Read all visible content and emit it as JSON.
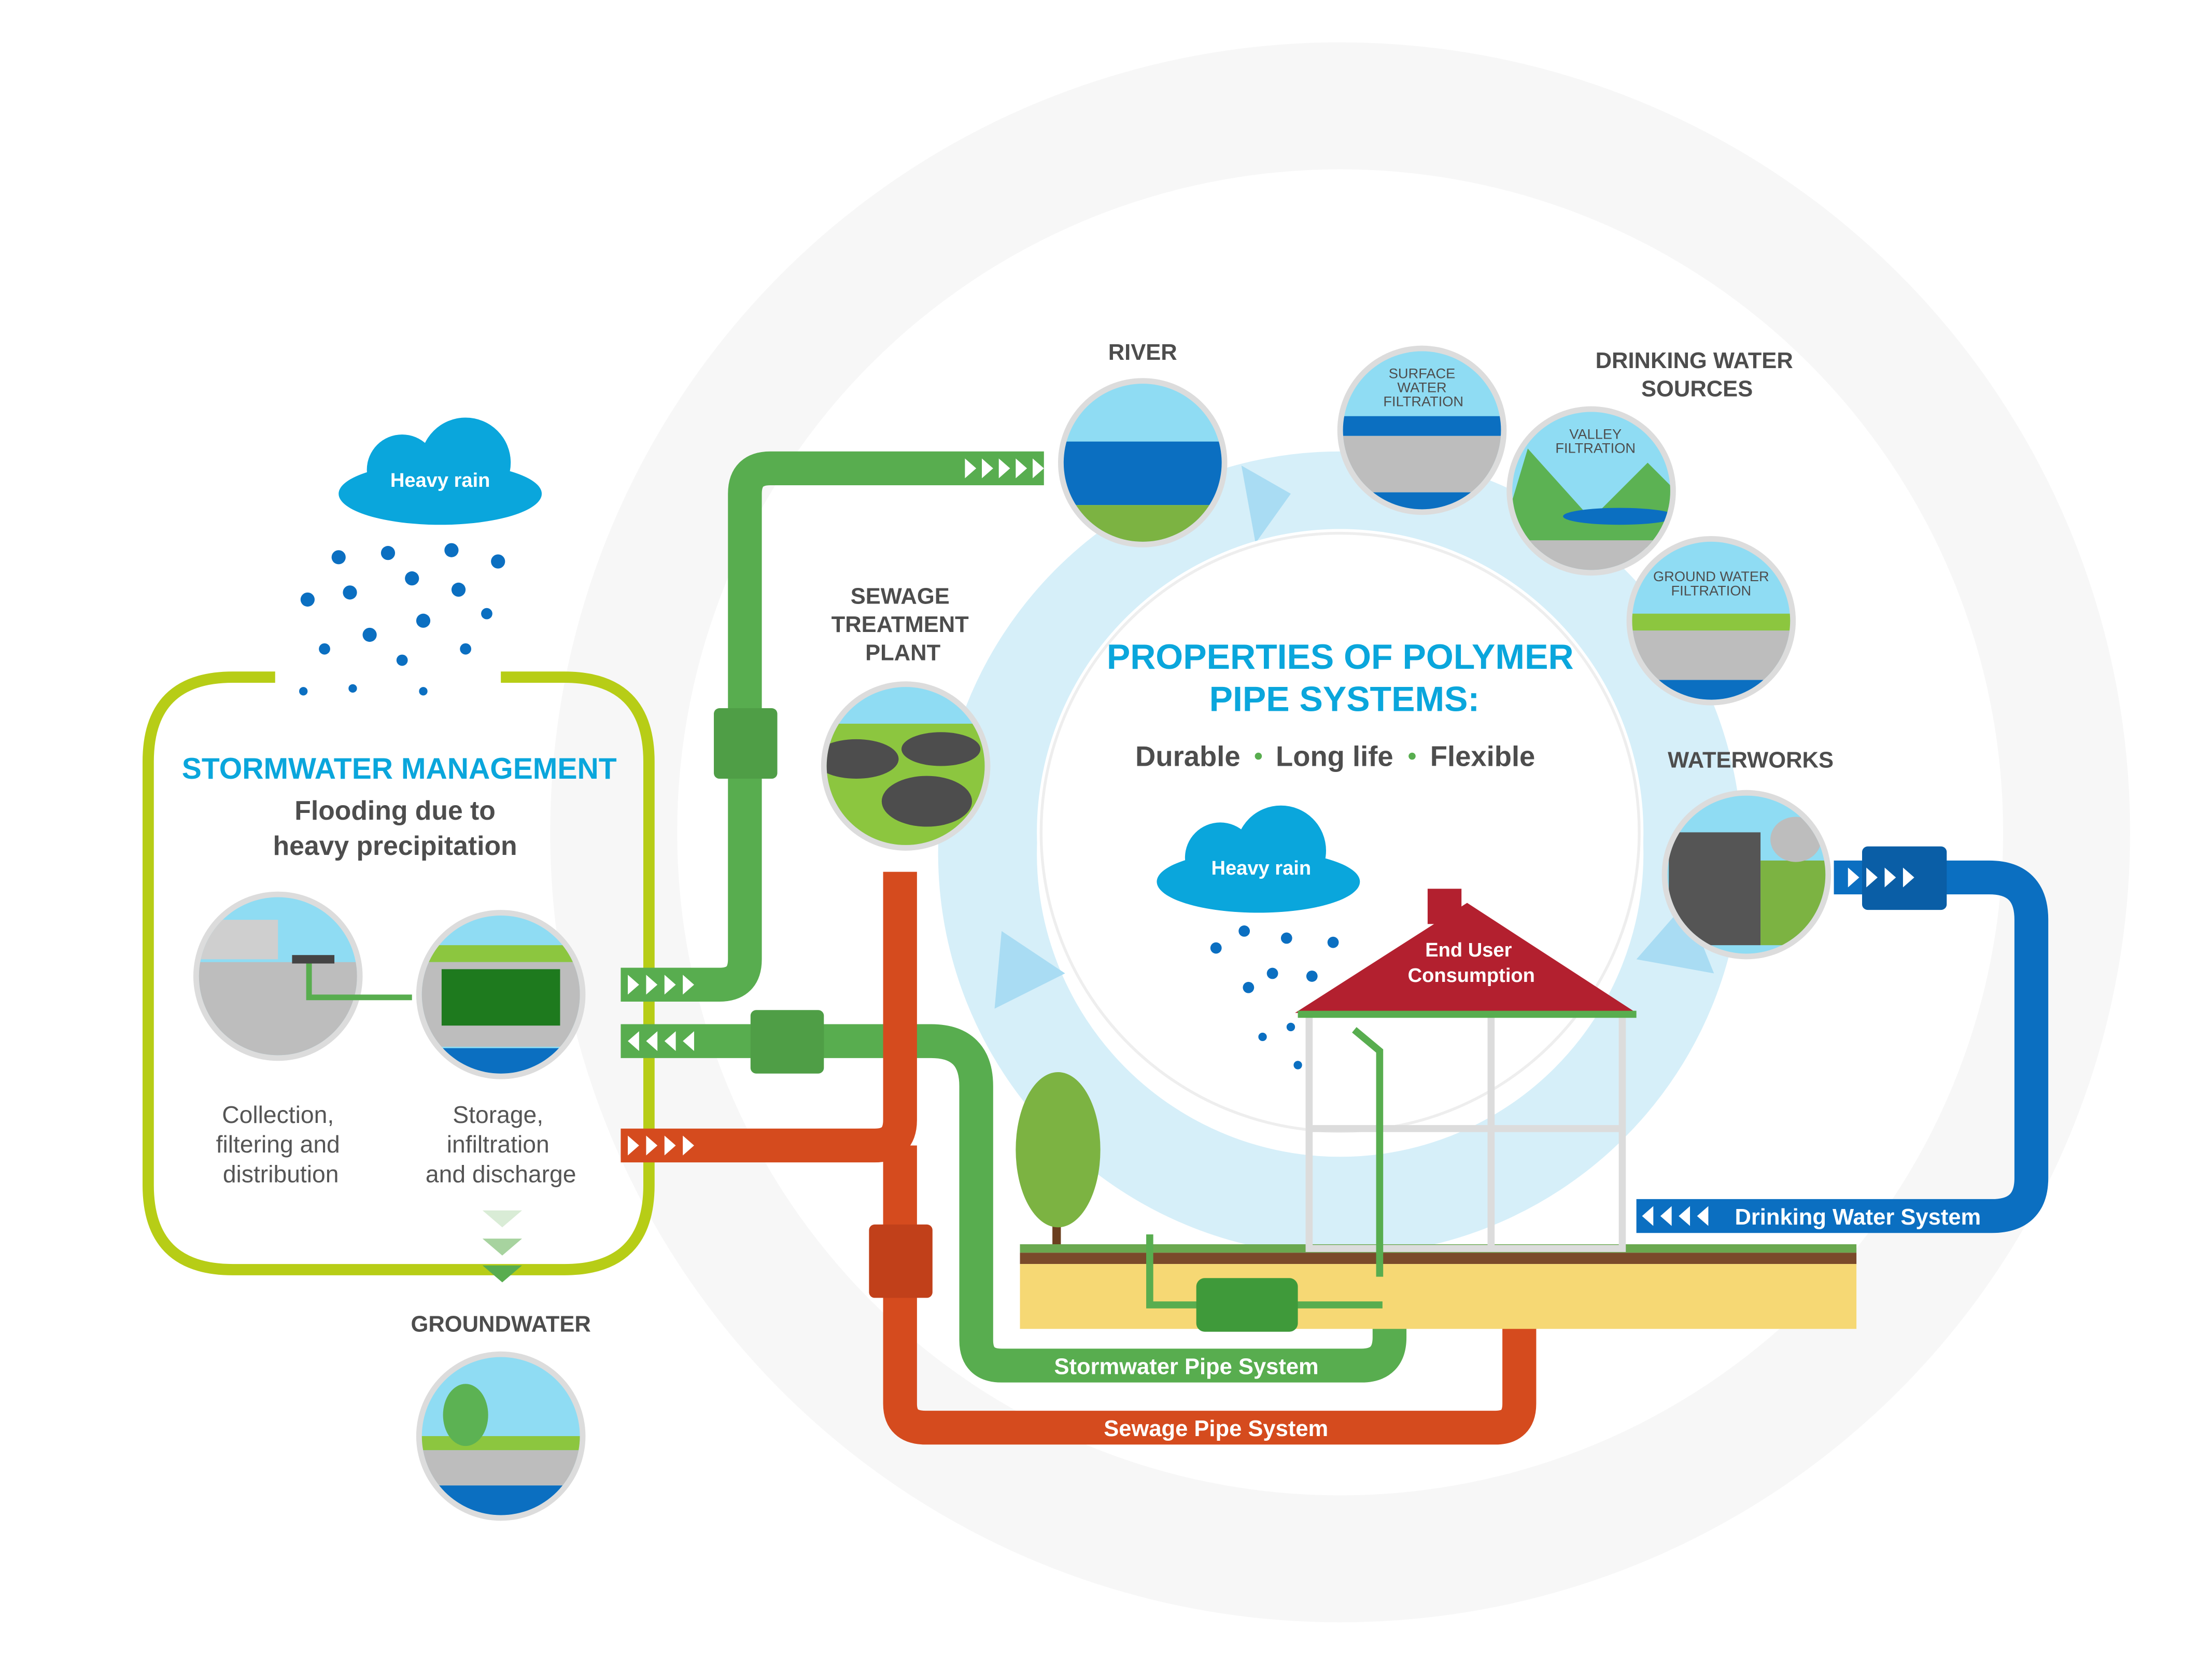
{
  "title": {
    "line1": "PROPERTIES OF POLYMER",
    "line2": "PIPE SYSTEMS:"
  },
  "properties": [
    "Durable",
    "Long life",
    "Flexible"
  ],
  "stormwater_box": {
    "title": "STORMWATER MANAGEMENT",
    "subtitle_line1": "Flooding due to",
    "subtitle_line2": "heavy precipitation",
    "step1": [
      "Collection,",
      "filtering and",
      "distribution"
    ],
    "step2": [
      "Storage,",
      "infiltration",
      "and discharge"
    ]
  },
  "clouds": {
    "left": "Heavy rain",
    "center": "Heavy rain"
  },
  "labels": {
    "river": "RIVER",
    "sewage_plant": [
      "SEWAGE",
      "TREATMENT",
      "PLANT"
    ],
    "drinking_sources": [
      "DRINKING WATER",
      "SOURCES"
    ],
    "surface": [
      "SURFACE",
      "WATER",
      "FILTRATION"
    ],
    "valley": [
      "VALLEY",
      "FILTRATION"
    ],
    "ground": [
      "GROUND WATER",
      "FILTRATION"
    ],
    "waterworks": "WATERWORKS",
    "groundwater": "GROUNDWATER",
    "end_user": [
      "End User",
      "Consumption"
    ]
  },
  "pipes": {
    "stormwater": "Stormwater Pipe System",
    "sewage": "Sewage Pipe System",
    "drinking": "Drinking Water System"
  },
  "colors": {
    "accent_blue": "#0aa6dc",
    "storm_green": "#58ad4f",
    "sewage_orange": "#d54b1e",
    "drinking_blue": "#0b6fc1",
    "box_lime": "#b7cd16",
    "roof_red": "#b3202f"
  }
}
